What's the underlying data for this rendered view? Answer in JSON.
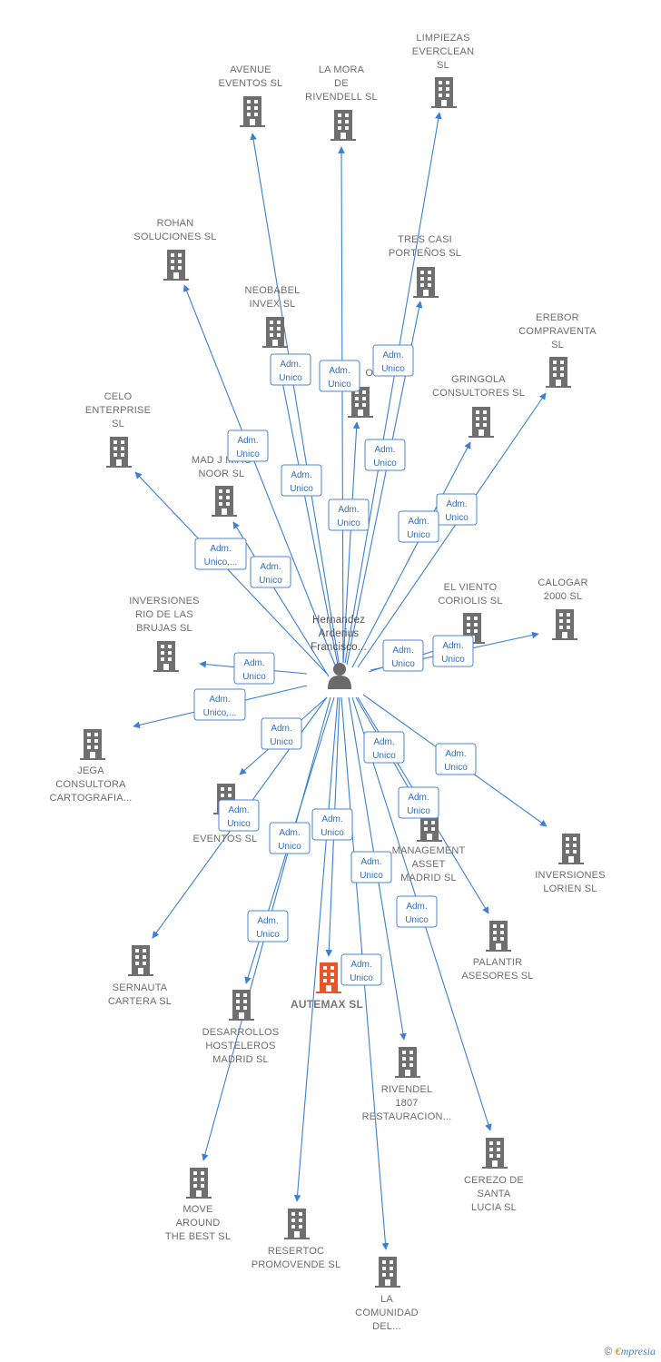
{
  "center": {
    "name_lines": [
      "Hernandez",
      "Arderius",
      "Francisco..."
    ],
    "icon": "person-icon"
  },
  "main_company": {
    "name_lines": [
      "AUTEMAX  SL"
    ],
    "color": "#e8552b"
  },
  "companies": [
    {
      "id": "avenue",
      "name_lines": [
        "AVENUE",
        "EVENTOS  SL"
      ],
      "badge": "Adm. Unico"
    },
    {
      "id": "la-mora",
      "name_lines": [
        "LA MORA",
        "DE",
        "RIVENDELL SL"
      ],
      "badge": "Adm. Unico"
    },
    {
      "id": "limpiezas",
      "name_lines": [
        "LIMPIEZAS",
        "EVERCLEAN",
        "SL"
      ],
      "badge": "Adm. Unico"
    },
    {
      "id": "rohan",
      "name_lines": [
        "ROHAN",
        "SOLUCIONES SL"
      ],
      "badge": "Adm. Unico"
    },
    {
      "id": "neobabel",
      "name_lines": [
        "NEOBABEL",
        "INVEX  SL"
      ],
      "badge": "Adm. Unico"
    },
    {
      "id": "tres-casi",
      "name_lines": [
        "TRES CASI",
        "PORTEÑOS  SL"
      ],
      "badge": "Adm. Unico"
    },
    {
      "id": "om",
      "name_lines": [
        "OM SL"
      ],
      "badge": "Adm. Unico"
    },
    {
      "id": "erebor",
      "name_lines": [
        "EREBOR",
        "COMPRAVENTA",
        "SL"
      ],
      "badge": "Adm. Unico"
    },
    {
      "id": "gringola",
      "name_lines": [
        "GRINGOLA",
        "CONSULTORES SL"
      ],
      "badge": "Adm. Unico"
    },
    {
      "id": "celo",
      "name_lines": [
        "CELO",
        "ENTERPRISE",
        "SL"
      ],
      "badge": "Adm. Unico,..."
    },
    {
      "id": "mad-j",
      "name_lines": [
        "MAD J IMAG",
        "NOOR  SL"
      ],
      "badge": "Adm. Unico"
    },
    {
      "id": "el-viento",
      "name_lines": [
        "EL VIENTO",
        "CORIOLIS  SL"
      ],
      "badge": "Adm. Unico"
    },
    {
      "id": "calogar",
      "name_lines": [
        "CALOGAR",
        "2000 SL"
      ],
      "badge": "Adm. Unico"
    },
    {
      "id": "inversiones-rio",
      "name_lines": [
        "INVERSIONES",
        "RIO DE LAS",
        "BRUJAS SL"
      ],
      "badge": "Adm. Unico"
    },
    {
      "id": "jega",
      "name_lines": [
        "JEGA",
        "CONSULTORA",
        "CARTOGRAFIA..."
      ],
      "badge": "Adm. Unico,..."
    },
    {
      "id": "te-eventos",
      "name_lines": [
        "TE",
        "EVENTOS  SL"
      ],
      "badge": "Adm. Unico"
    },
    {
      "id": "management",
      "name_lines": [
        "MANAGEMENT",
        "ASSET",
        "MADRID  SL"
      ],
      "badge": "Adm. Unico"
    },
    {
      "id": "inversiones-lorien",
      "name_lines": [
        "INVERSIONES",
        "LORIEN SL"
      ],
      "badge": "Adm. Unico"
    },
    {
      "id": "sernauta",
      "name_lines": [
        "SERNAUTA",
        "CARTERA  SL"
      ],
      "badge": "Adm. Unico"
    },
    {
      "id": "palantir",
      "name_lines": [
        "PALANTIR",
        "ASESORES  SL"
      ],
      "badge": "Adm. Unico"
    },
    {
      "id": "desarrollos",
      "name_lines": [
        "DESARROLLOS",
        "HOSTELEROS",
        "MADRID  SL"
      ],
      "badge": "Adm. Unico"
    },
    {
      "id": "rivendel",
      "name_lines": [
        "RIVENDEL",
        "1807",
        "RESTAURACION..."
      ],
      "badge": "Adm. Unico"
    },
    {
      "id": "cerezo",
      "name_lines": [
        "CEREZO DE",
        "SANTA",
        "LUCIA SL"
      ],
      "badge": "Adm. Unico"
    },
    {
      "id": "move-around",
      "name_lines": [
        "MOVE",
        "AROUND",
        "THE BEST  SL"
      ],
      "badge": "Adm. Unico"
    },
    {
      "id": "resertoc",
      "name_lines": [
        "RESERTOC",
        "PROMOVENDE SL"
      ],
      "badge": "Adm. Unico"
    },
    {
      "id": "la-comunidad",
      "name_lines": [
        "LA",
        "COMUNIDAD",
        "DEL..."
      ],
      "badge": "Adm. Unico"
    }
  ],
  "colors": {
    "building": "#6f6f6f",
    "building_main": "#e8552b",
    "edge": "#3b7fd6",
    "badge_text": "#2f6fc7"
  },
  "footer": {
    "copyright": "©",
    "brand_initial": "€",
    "brand_rest": "mpresia"
  }
}
